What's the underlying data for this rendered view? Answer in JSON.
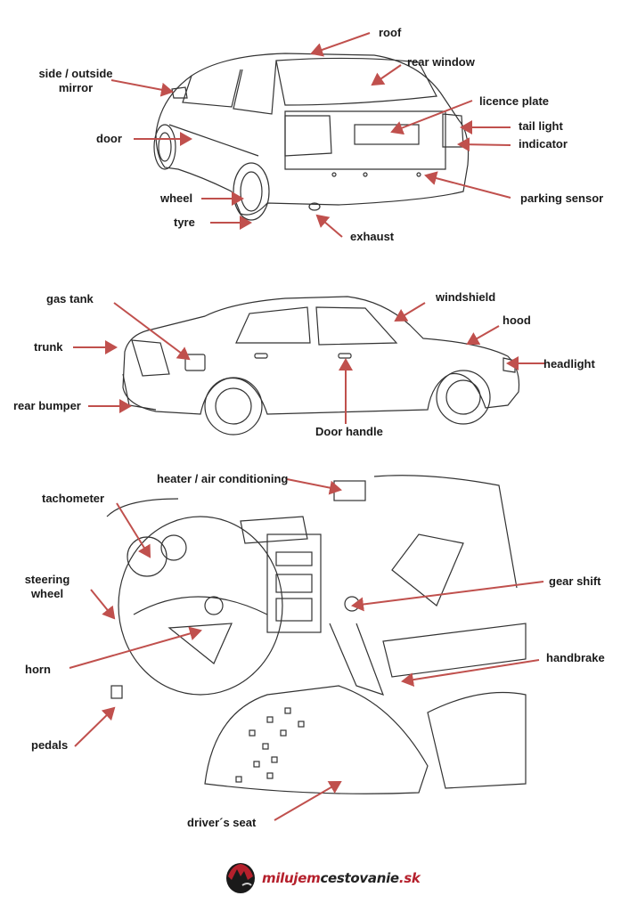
{
  "accent_color": "#c0504d",
  "sections": {
    "exterior_rear": {
      "labels": {
        "roof": "roof",
        "side_mirror": "side / outside\nmirror",
        "side_mirror_l1": "side / outside",
        "side_mirror_l2": "mirror",
        "rear_window": "rear window",
        "licence_plate": "licence plate",
        "tail_light": "tail light",
        "indicator": "indicator",
        "door": "door",
        "wheel": "wheel",
        "tyre": "tyre",
        "parking_sensor": "parking sensor",
        "exhaust": "exhaust"
      }
    },
    "exterior_side": {
      "labels": {
        "gas_tank": "gas tank",
        "windshield": "windshield",
        "hood": "hood",
        "trunk": "trunk",
        "headlight": "headlight",
        "rear_bumper": "rear bumper",
        "door_handle": "Door handle"
      }
    },
    "interior": {
      "labels": {
        "heater": "heater / air conditioning",
        "tachometer": "tachometer",
        "steering_wheel_l1": "steering",
        "steering_wheel_l2": "wheel",
        "gear_shift": "gear shift",
        "horn": "horn",
        "handbrake": "handbrake",
        "pedals": "pedals",
        "drivers_seat": "driver´s seat"
      }
    }
  },
  "logo": {
    "part1": "milujem",
    "part2": "cestovanie",
    "part3": ".sk"
  }
}
